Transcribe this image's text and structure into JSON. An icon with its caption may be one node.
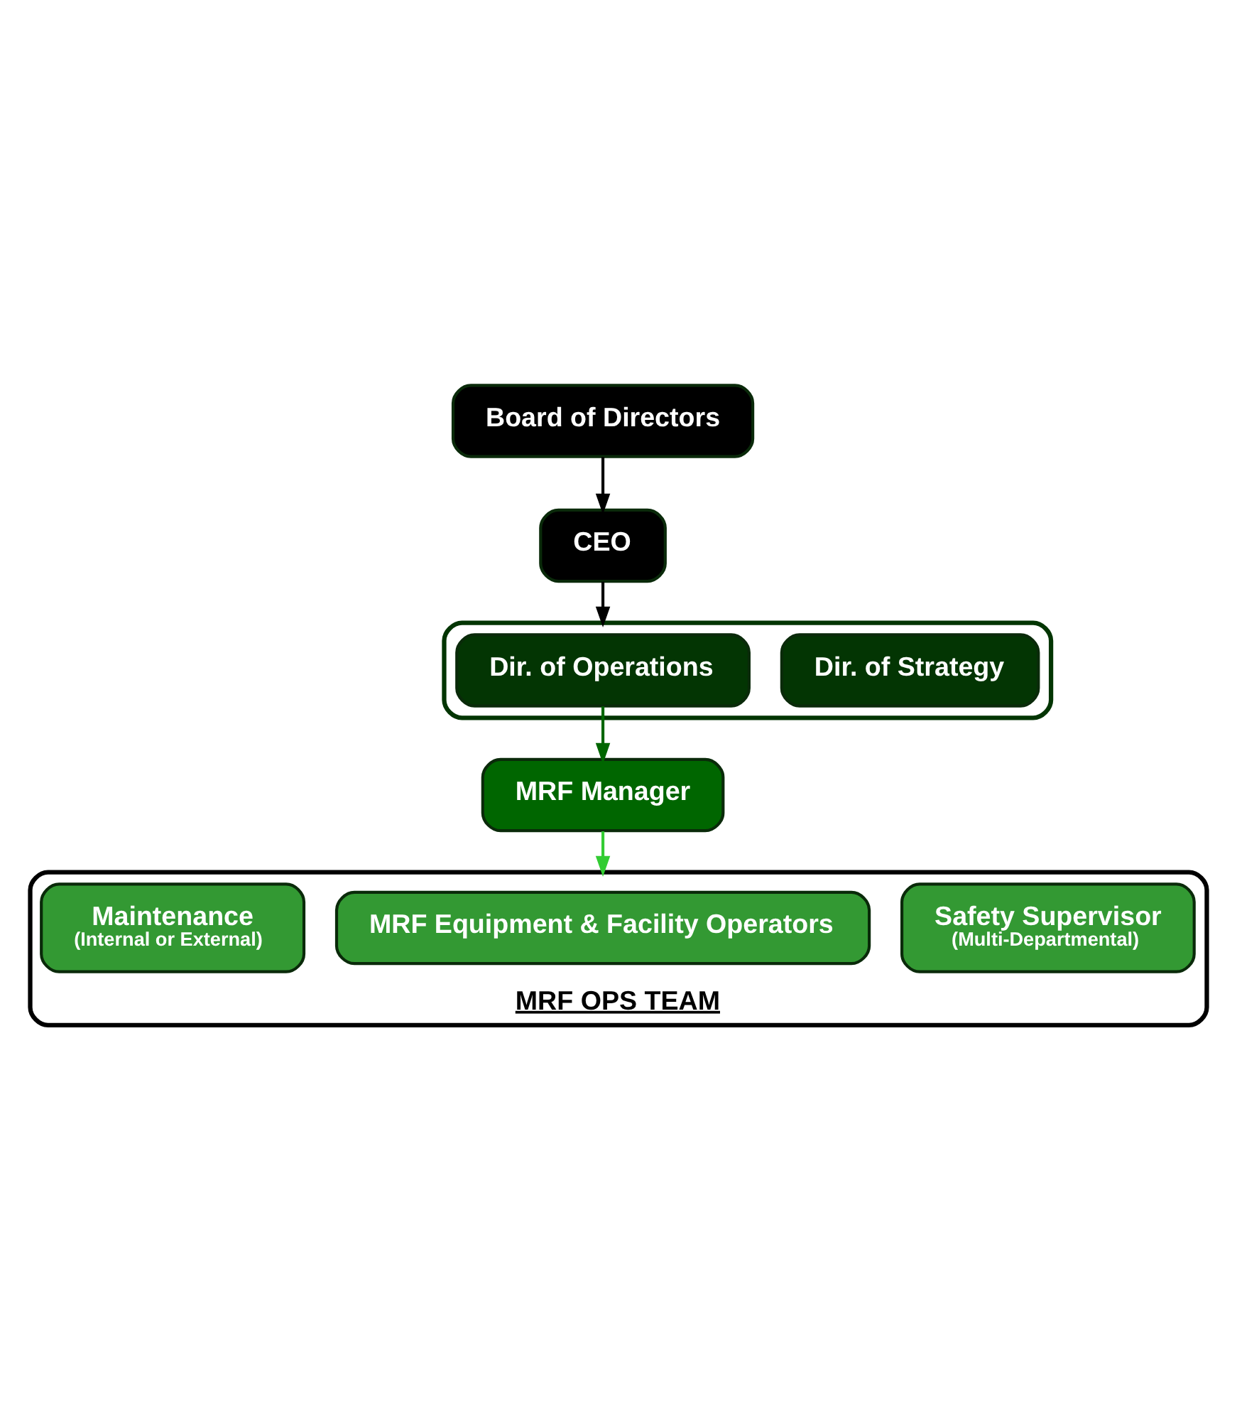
{
  "diagram": {
    "nodes": [
      {
        "text": [
          "Board of Directors"
        ]
      },
      {
        "text": [
          "CEO"
        ]
      },
      {
        "text": [],
        "shape": "box"
      },
      {
        "text": [
          "Dir. of Operations"
        ],
        "in": 2
      },
      {
        "text": [
          "Dir. of Strategy"
        ],
        "in": 2
      },
      {
        "text": [
          "MRF Manager"
        ]
      },
      {
        "text": [
          "MRF OPS TEAM"
        ]
      },
      {
        "text": [
          "Maintenance",
          "(Internal or External)"
        ],
        "in": 6
      },
      {
        "text": [
          "MRF Equipment & Facility Operators"
        ],
        "in": 6
      },
      {
        "text": [
          "Safety Supervisor",
          "(Multi-Departmental)"
        ],
        "in": 6
      }
    ],
    "edges": [
      {
        "from": 0,
        "to": 1,
        "arrow": "to"
      },
      {
        "from": 1,
        "to": 2,
        "arrow": "to"
      },
      {
        "from": 3,
        "to": 5,
        "arrow": "to",
        "color": "#006600"
      },
      {
        "from": 5,
        "to": 6,
        "arrow": "to",
        "color": "#33cc33"
      }
    ]
  }
}
